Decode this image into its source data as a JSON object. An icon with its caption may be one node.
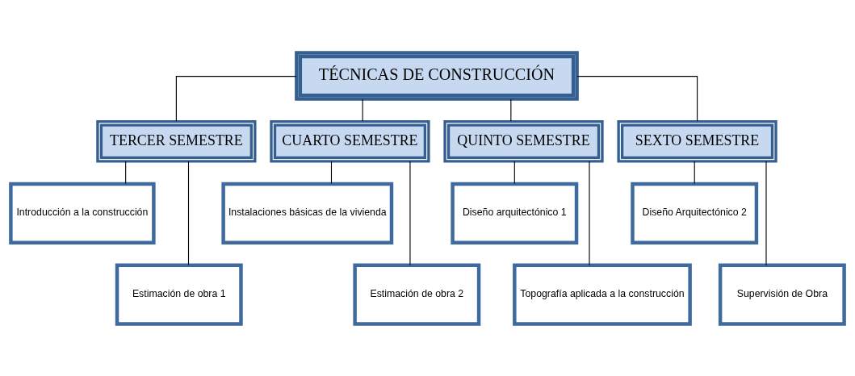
{
  "diagram": {
    "nodes": [
      {
        "text": [
          "TÉCNICAS DE CONSTRUCCIÓN"
        ]
      },
      {
        "text": [
          "TERCER SEMESTRE"
        ]
      },
      {
        "text": [
          "CUARTO SEMESTRE"
        ]
      },
      {
        "text": [
          "QUINTO SEMESTRE"
        ]
      },
      {
        "text": [
          "SEXTO SEMESTRE"
        ]
      },
      {
        "text": [
          "Introducción a la construcción"
        ]
      },
      {
        "text": [
          "Estimación de obra 1"
        ]
      },
      {
        "text": [
          "Instalaciones básicas de la vivienda"
        ]
      },
      {
        "text": [
          "Estimación de obra 2"
        ]
      },
      {
        "text": [
          "Diseño arquitectónico 1"
        ]
      },
      {
        "text": [
          "Topografía aplicada a la construcción"
        ]
      },
      {
        "text": [
          "Diseño Arquitectónico 2"
        ]
      },
      {
        "text": [
          "Supervisión de Obra"
        ]
      }
    ],
    "edges": [
      {
        "from": 0,
        "to": 1,
        "arrow": "none"
      },
      {
        "from": 0,
        "to": 2,
        "arrow": "none"
      },
      {
        "from": 0,
        "to": 3,
        "arrow": "none"
      },
      {
        "from": 0,
        "to": 4,
        "arrow": "none"
      },
      {
        "from": 1,
        "to": 5,
        "arrow": "none"
      },
      {
        "from": 1,
        "to": 6,
        "arrow": "none"
      },
      {
        "from": 2,
        "to": 7,
        "arrow": "none"
      },
      {
        "from": 2,
        "to": 8,
        "arrow": "none"
      },
      {
        "from": 3,
        "to": 9,
        "arrow": "none"
      },
      {
        "from": 3,
        "to": 10,
        "arrow": "none"
      },
      {
        "from": 4,
        "to": 11,
        "arrow": "none"
      },
      {
        "from": 4,
        "to": 12,
        "arrow": "none"
      }
    ]
  }
}
